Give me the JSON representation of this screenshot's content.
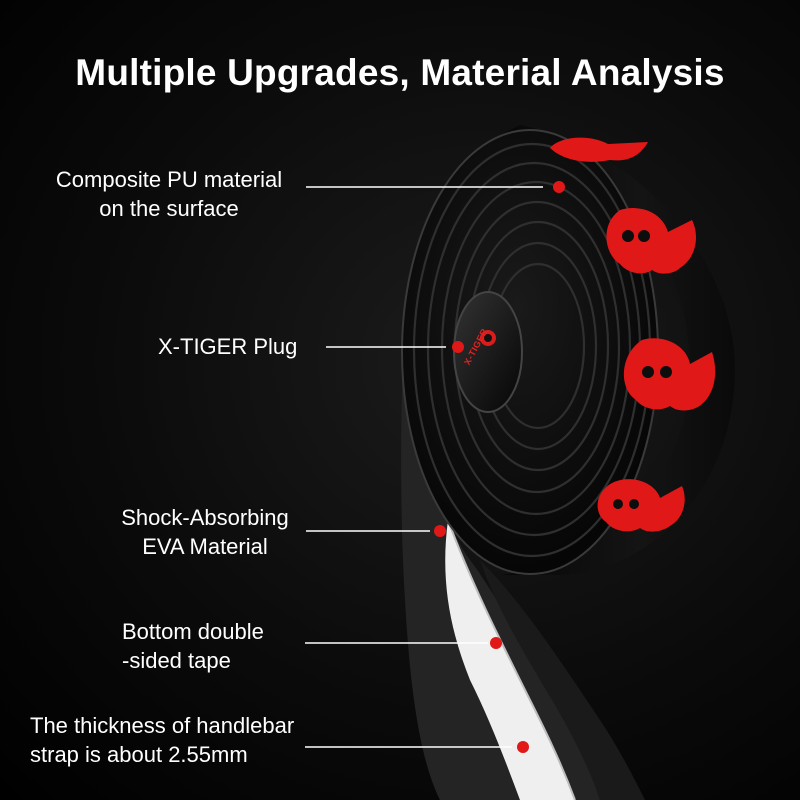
{
  "title": "Multiple Upgrades, Material Analysis",
  "brand": "X-TIGER",
  "colors": {
    "accent_red": "#e01818",
    "tape_black": "#0d0d0d",
    "eva_gray": "#2b2b2b",
    "adhesive_white": "#f2f2f2",
    "text": "#ffffff"
  },
  "callouts": [
    {
      "line1": "Composite PU material",
      "line2": "on the surface"
    },
    {
      "line1": "X-TIGER Plug",
      "line2": ""
    },
    {
      "line1": "Shock-Absorbing",
      "line2": "EVA Material"
    },
    {
      "line1": "Bottom double",
      "line2": "-sided tape"
    },
    {
      "line1": "The thickness of handlebar",
      "line2": "strap is about 2.55mm"
    }
  ]
}
